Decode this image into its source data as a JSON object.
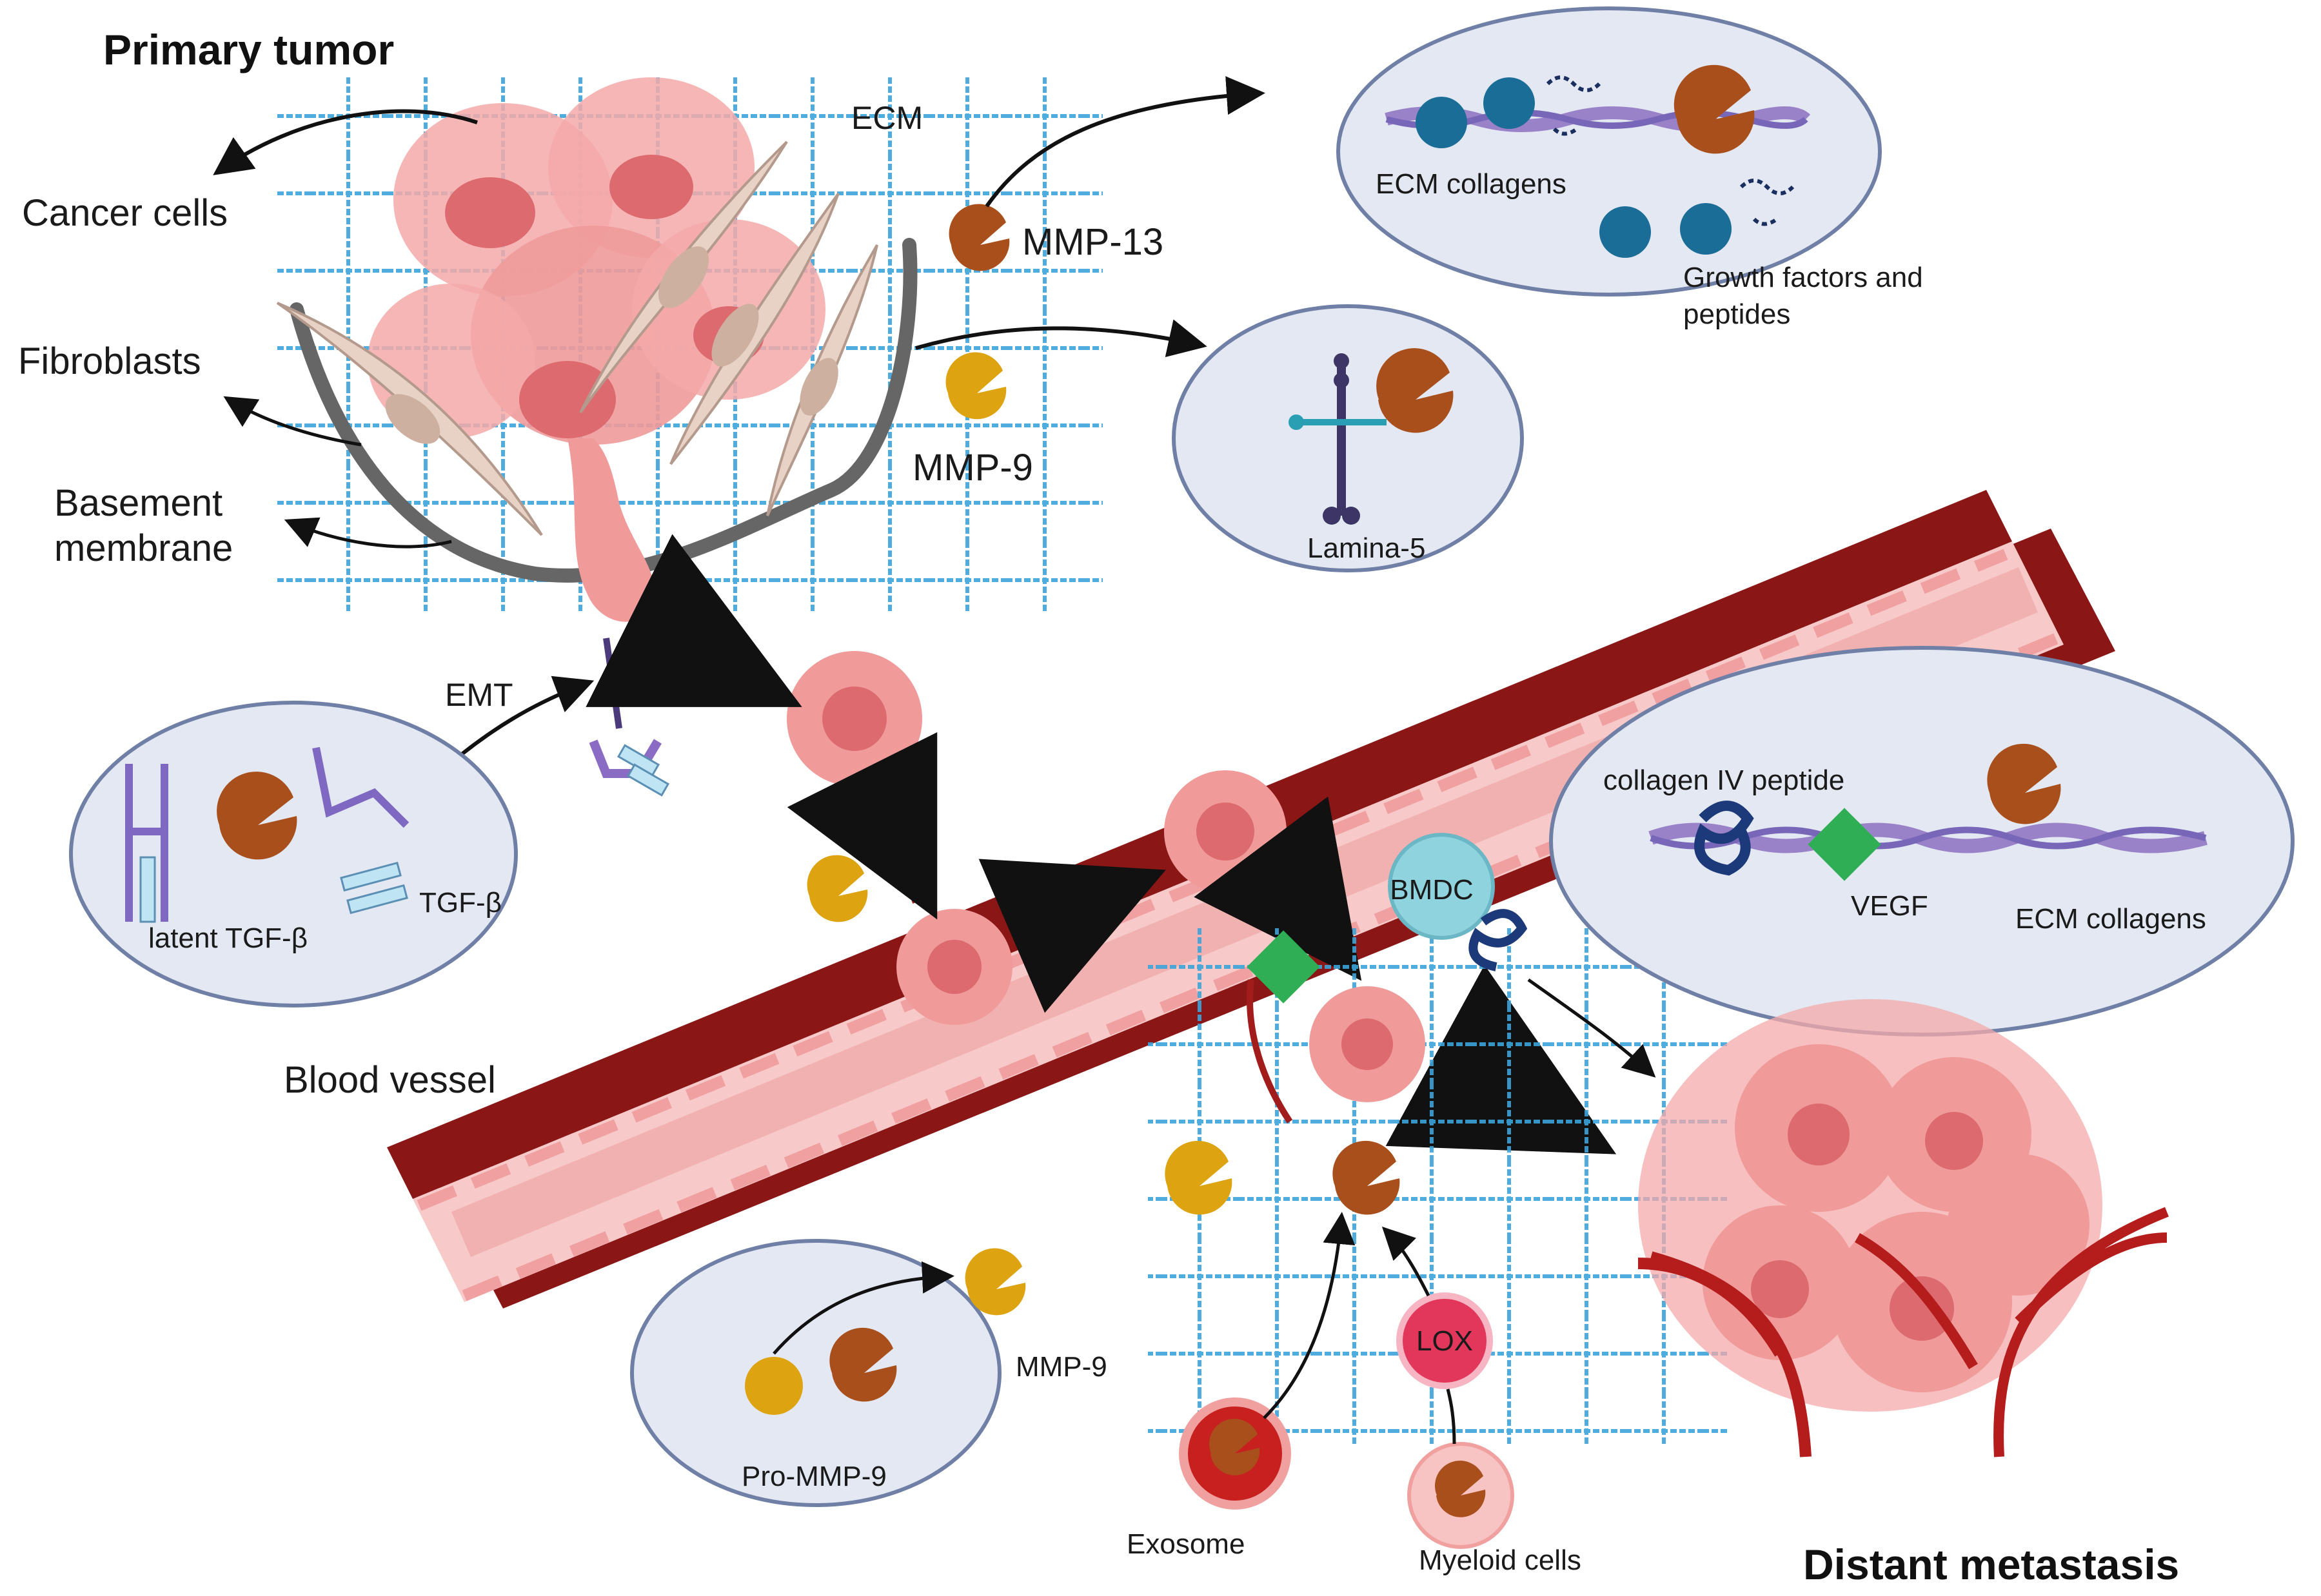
{
  "titles": {
    "primary": "Primary tumor",
    "distant": "Distant metastasis"
  },
  "labels": {
    "cancer_cells": "Cancer cells",
    "fibroblasts": "Fibroblasts",
    "basement_line1": "Basement",
    "basement_line2": "membrane",
    "ecm": "ECM",
    "mmp13": "MMP-13",
    "mmp9": "MMP-9",
    "emt": "EMT",
    "blood_vessel": "Blood vessel",
    "bmdc": "BMDC",
    "lox": "LOX",
    "exosome": "Exosome",
    "myeloid": "Myeloid cells"
  },
  "bubbles": {
    "ecm_collagens": {
      "label_collagens": "ECM collagens",
      "label_gf1": "Growth factors and",
      "label_gf2": "peptides"
    },
    "lamina": {
      "label": "Lamina-5"
    },
    "tgf": {
      "latent": "latent TGF-β",
      "active": "TGF-β"
    },
    "metastasis": {
      "peptide": "collagen IV peptide",
      "vegf": "VEGF",
      "collagens": "ECM collagens"
    },
    "pro_mmp": {
      "pro": "Pro-MMP-9",
      "active": "MMP-9"
    }
  },
  "colors": {
    "cell_pink": "#f2a3a3",
    "cell_core": "#dc6a6f",
    "vessel_dark": "#8a1616",
    "vessel_light": "#f7c9c9",
    "ecm_blue": "#3ba4d9",
    "bubble_fill": "#e3e8f2",
    "bubble_stroke": "#6f7fa6",
    "mmp_brown": "#a84f1c",
    "mmp_gold": "#dda311",
    "collagen_purple": "#9a82c8",
    "vegf_green": "#2fae55",
    "lox_red": "#e2375a",
    "bmdc_teal": "#8fd3df"
  }
}
